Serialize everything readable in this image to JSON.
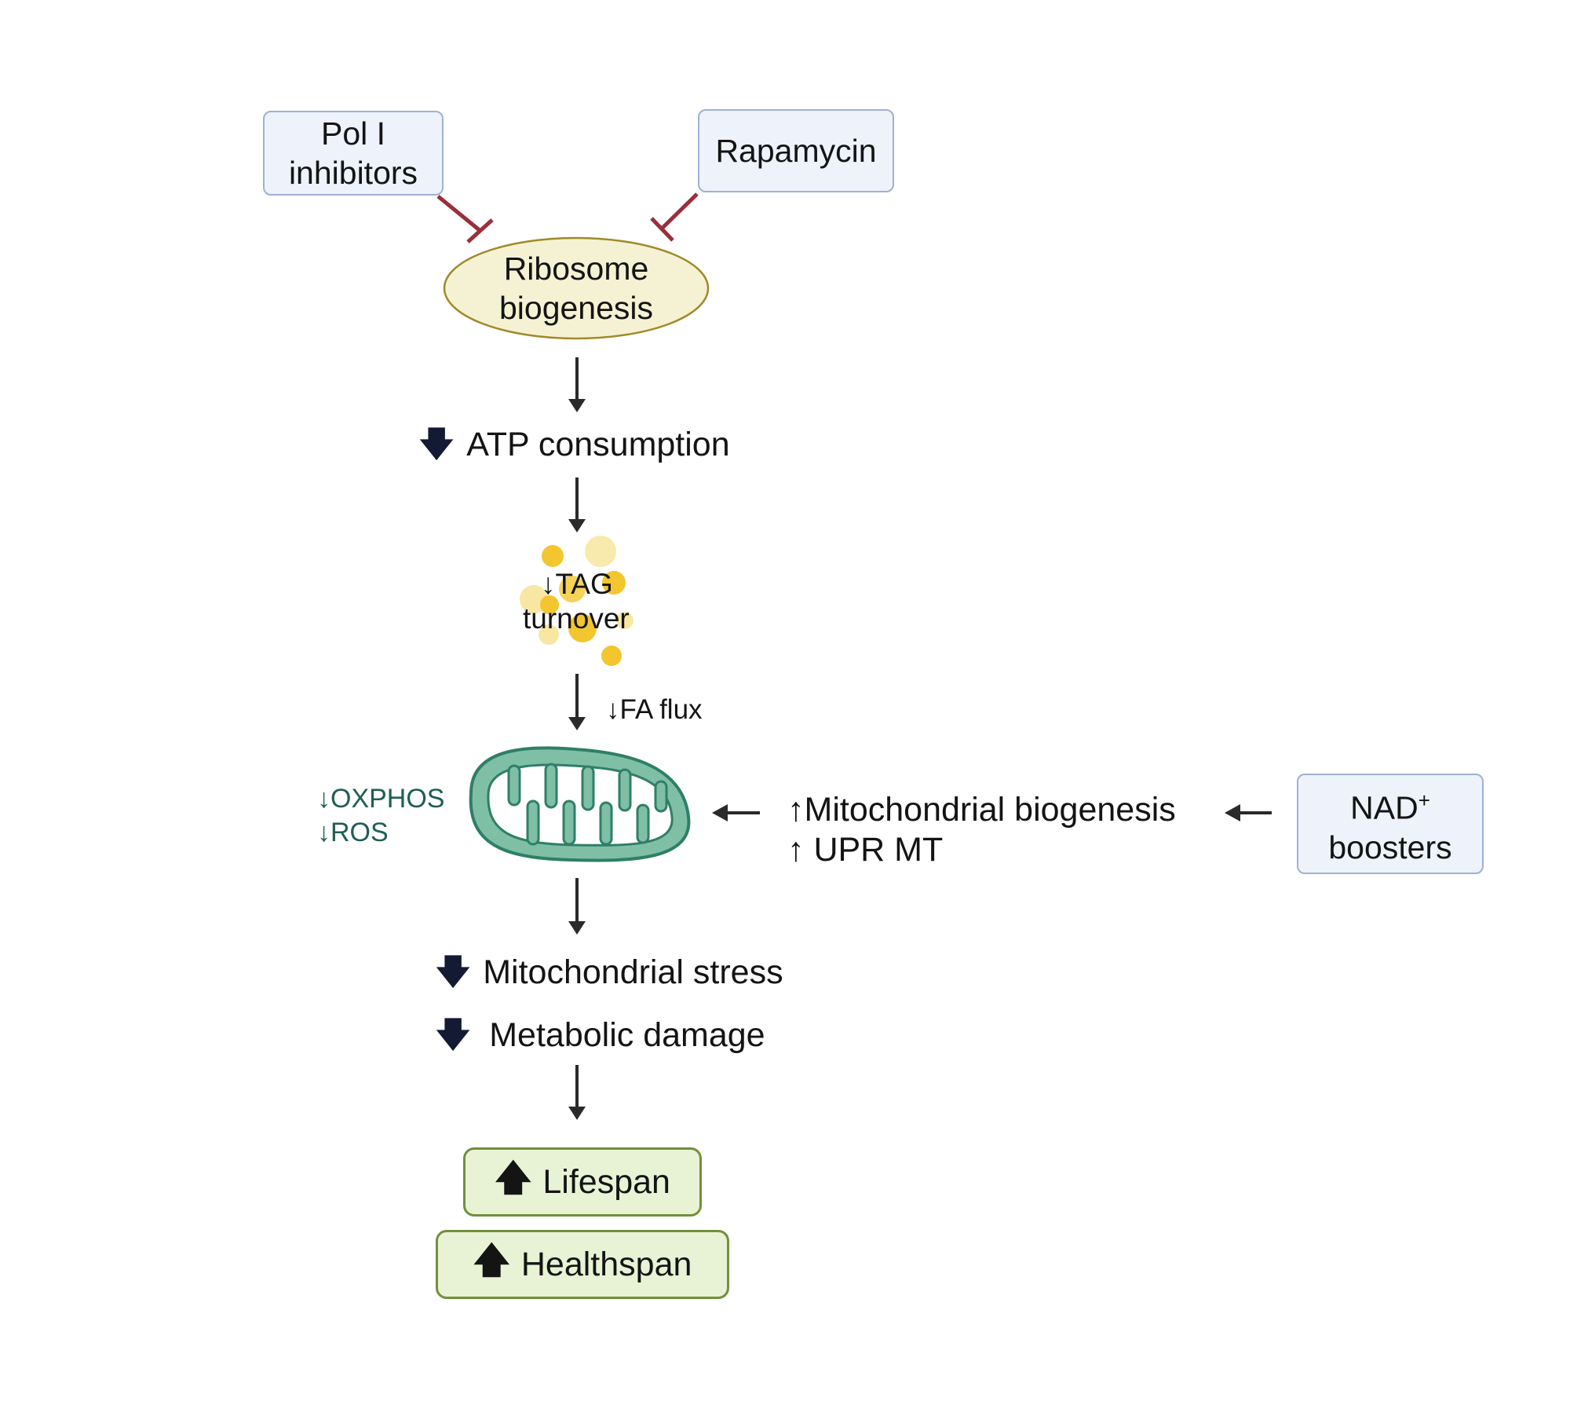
{
  "inhibitors": {
    "pol_i": [
      "Pol I",
      "inhibitors"
    ],
    "rapamycin": "Rapamycin",
    "nad": {
      "main": "NAD",
      "sup": "+",
      "line2": "boosters"
    }
  },
  "ribosome": [
    "Ribosome",
    "biogenesis"
  ],
  "atp": {
    "arrow": "🡇",
    "label": "ATP consumption"
  },
  "tag": [
    "↓TAG",
    "turnover"
  ],
  "fa_flux": "↓FA flux",
  "mito_effects": [
    "↓OXPHOS",
    "↓ROS"
  ],
  "mito_biogenesis": [
    "↑Mitochondrial biogenesis",
    "↑ UPR MT"
  ],
  "stress": {
    "arrow": "🡇",
    "label": "Mitochondrial stress"
  },
  "damage": {
    "arrow": "🡇",
    "label": "Metabolic damage"
  },
  "lifespan": {
    "arrow": "🡅",
    "label": "Lifespan"
  },
  "healthspan": {
    "arrow": "🡅",
    "label": "Healthspan"
  },
  "colors": {
    "inhibit": "#9a2f3c",
    "arrow": "#2a2a2a",
    "mito_fill": "#7fbfa6",
    "mito_stroke": "#2f7f68",
    "lipid": "#f3c52f",
    "oval_fill": "#f5f2d3",
    "oval_stroke": "#a08a2a"
  }
}
